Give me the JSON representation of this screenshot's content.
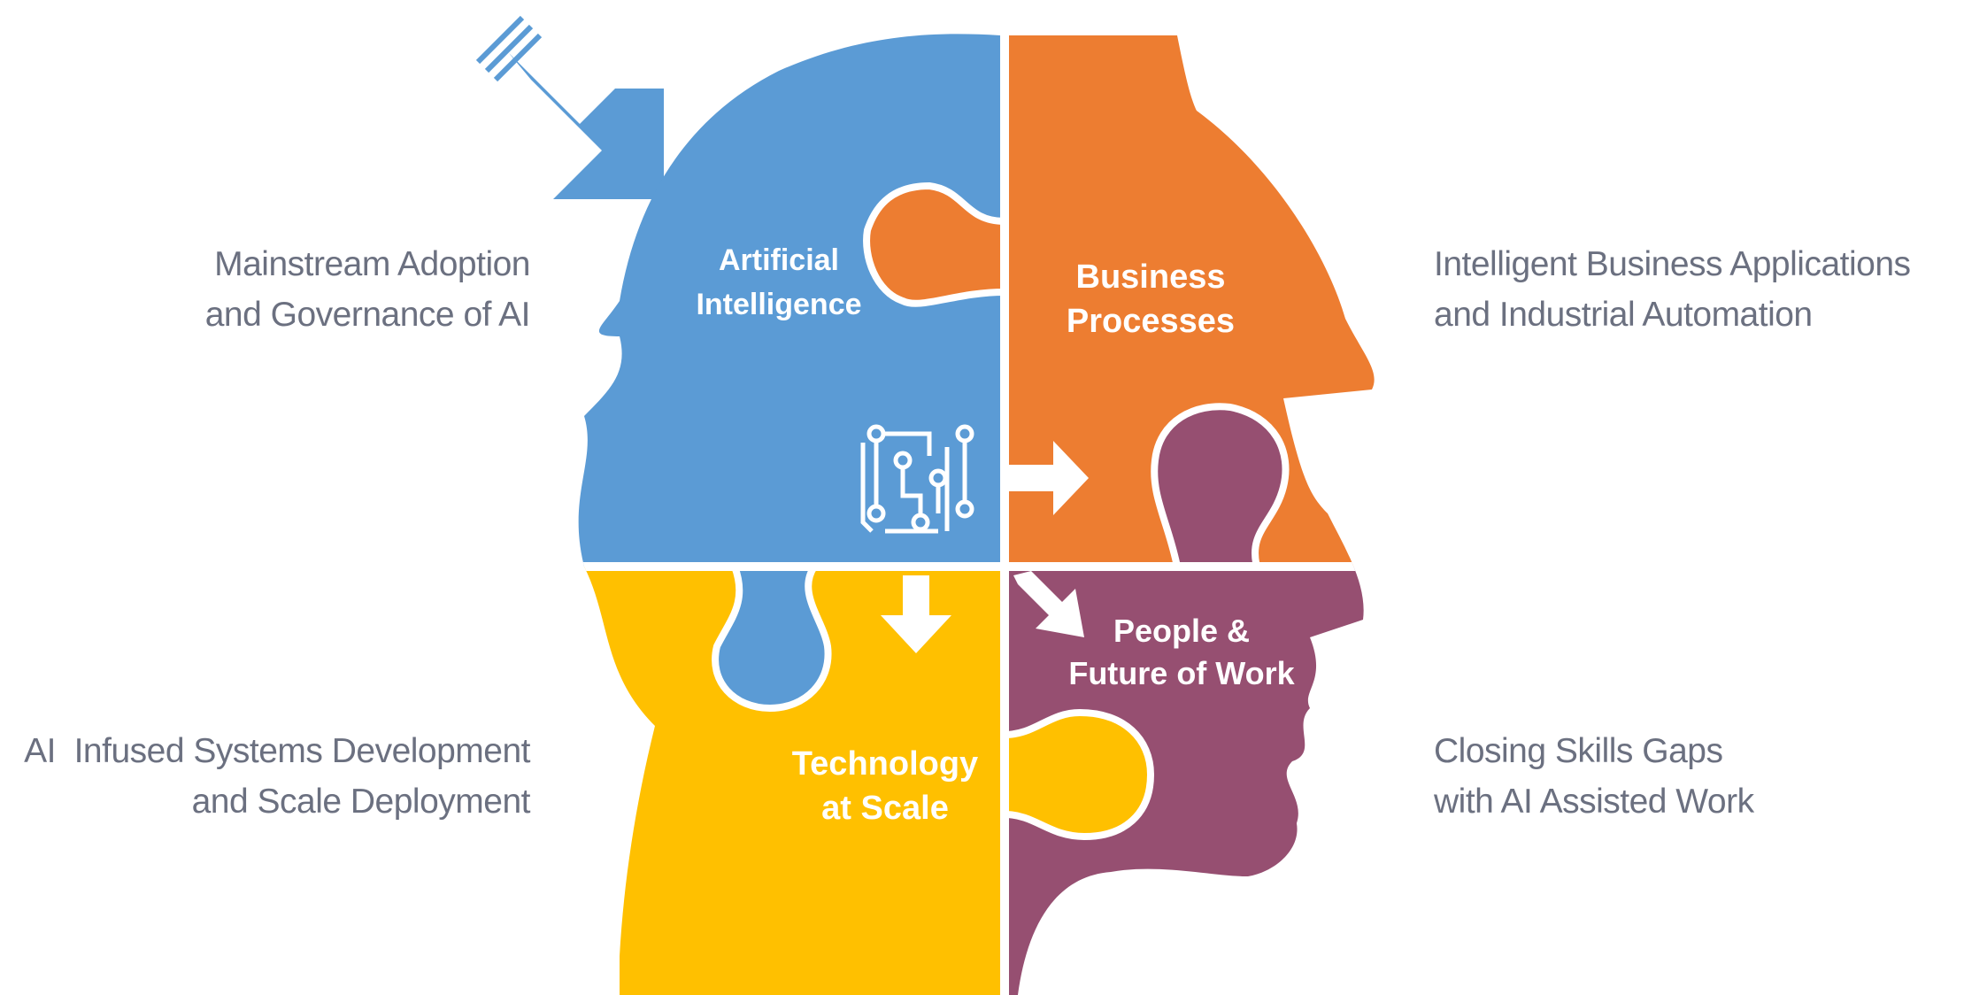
{
  "pieces": {
    "ai": {
      "line1": "Artificial",
      "line2": "Intelligence",
      "color": "#5b9bd5"
    },
    "business": {
      "line1": "Business",
      "line2": "Processes",
      "color": "#ed7d31"
    },
    "people": {
      "line1": "People &",
      "line2": "Future of Work",
      "color": "#964f71"
    },
    "technology": {
      "line1": "Technology",
      "line2": "at Scale",
      "color": "#ffc000"
    }
  },
  "labels": {
    "top_left": {
      "line1": "Mainstream Adoption",
      "line2": "and Governance of AI"
    },
    "bottom_left": {
      "line1": "AI  Infused Systems Development",
      "line2": "and Scale Deployment"
    },
    "top_right": {
      "line1": "Intelligent Business Applications",
      "line2": "and Industrial Automation"
    },
    "bottom_right": {
      "line1": "Closing Skills Gaps",
      "line2": "with AI Assisted Work"
    }
  },
  "colors": {
    "label_text": "#6b7080",
    "separator": "#ffffff"
  },
  "icons": [
    "entry-arrow-icon",
    "circuit-icon",
    "arrow-right-icon",
    "arrow-down-icon",
    "arrow-diagonal-icon"
  ]
}
